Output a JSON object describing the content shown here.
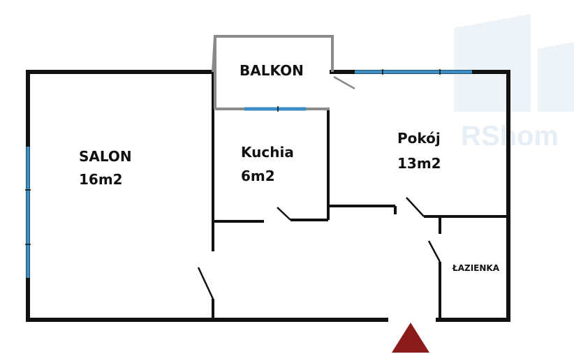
{
  "watermark": {
    "text": "RShom"
  },
  "colors": {
    "wall": "#111111",
    "balcony_wall": "#8a8a8a",
    "window": "#3b8fc4",
    "entrance_arrow": "#8b1a1a",
    "watermark": "#e6eef6"
  },
  "rooms": {
    "balkon": {
      "name": "BALKON"
    },
    "salon": {
      "name": "SALON",
      "area": "16m2"
    },
    "kuchnia": {
      "name": "Kuchia",
      "area": "6m2"
    },
    "pokoj": {
      "name": "Pokój",
      "area": "13m2"
    },
    "lazienka": {
      "name": "ŁAZIENKA"
    }
  },
  "entrance": {
    "icon": "entrance-arrow-icon"
  }
}
